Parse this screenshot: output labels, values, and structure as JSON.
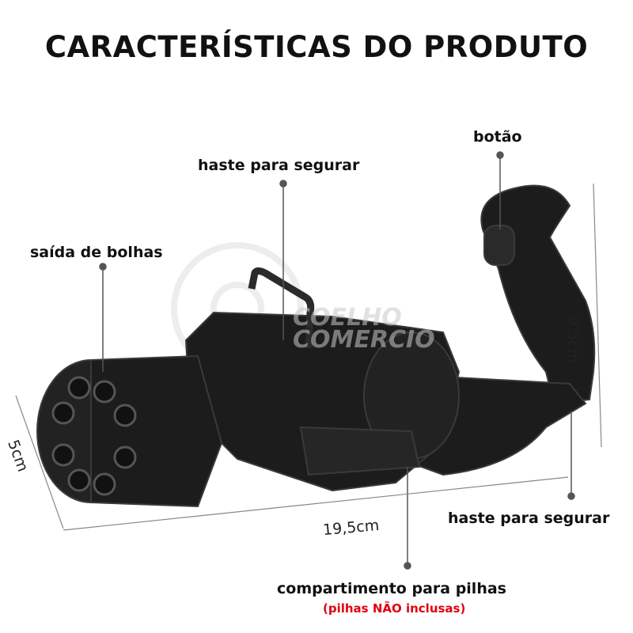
{
  "title": "CARACTERÍSTICAS DO PRODUTO",
  "labels": {
    "bubble_outlet": "saída de bolhas",
    "top_handle": "haste para segurar",
    "button": "botão",
    "rear_handle": "haste para segurar",
    "battery": "compartimento para pilhas",
    "battery_note": "(pilhas NÃO inclusas)"
  },
  "dimensions": {
    "length": "19,5cm",
    "height": "9,5cm",
    "width": "5cm"
  },
  "watermark": [
    "COELHO",
    "COMERCIO"
  ],
  "colors": {
    "note": "#e3000f",
    "product": "#1a1a1a",
    "leader": "#555555"
  }
}
